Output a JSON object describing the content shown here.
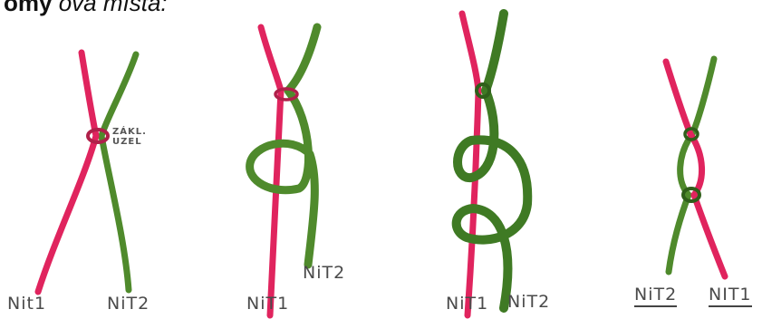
{
  "heading": {
    "bold": "ómy",
    "italic": "ova místa:"
  },
  "colors": {
    "red_thread": "#e0245e",
    "green_thread": "#4f8a2c",
    "dark_green": "#2f5f1a"
  },
  "panels": [
    {
      "left_label": "Nit1",
      "right_label": "NiT2",
      "annotation_line1": "ZÁKL.",
      "annotation_line2": "UZEL"
    },
    {
      "left_label": "NiT1",
      "right_label": "NiT2"
    },
    {
      "left_label": "NiT1",
      "right_label": "NiT2"
    },
    {
      "left_label": "NiT2",
      "right_label": "NIT1"
    }
  ]
}
